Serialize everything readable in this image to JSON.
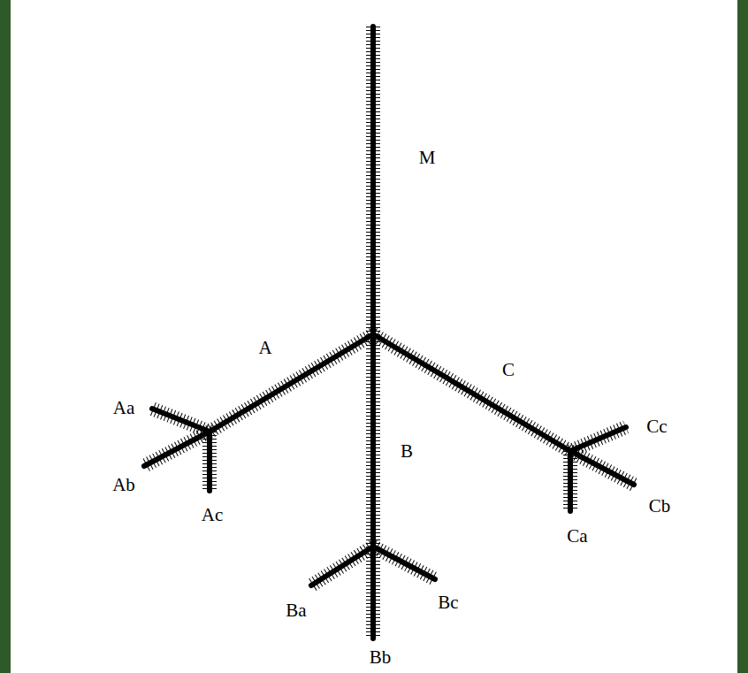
{
  "diagram": {
    "labels": [
      "M",
      "A",
      "B",
      "C",
      "Aa",
      "Ab",
      "Ac",
      "Ba",
      "Bb",
      "Bc",
      "Ca",
      "Cb",
      "Cc"
    ]
  }
}
